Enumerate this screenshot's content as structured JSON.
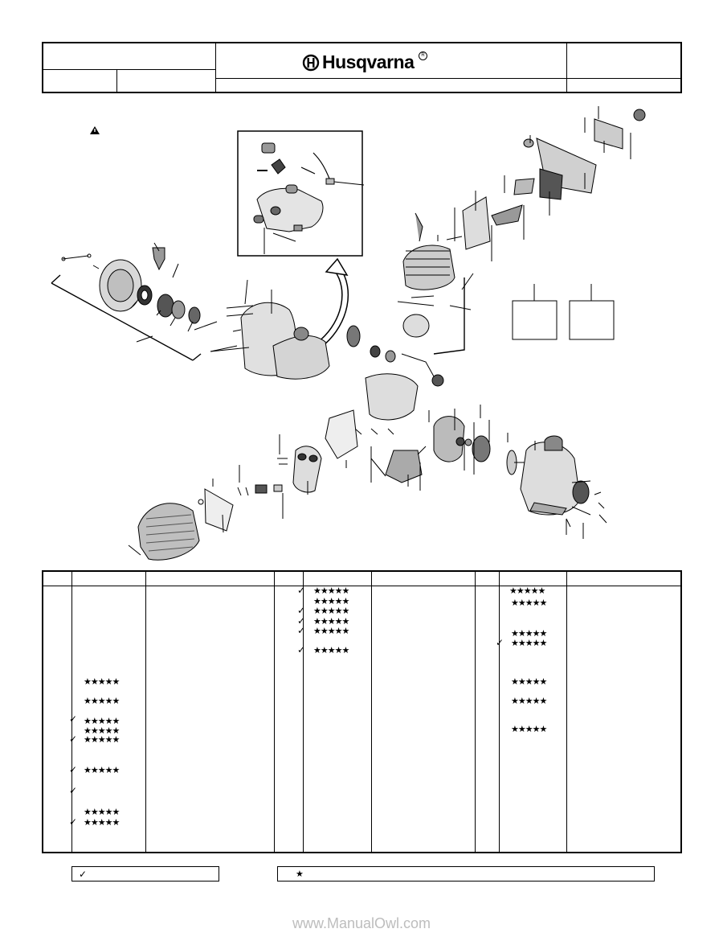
{
  "header": {
    "brand_name": "Husqvarna",
    "registered_mark": "R"
  },
  "warning_symbol": "warning-triangle-icon",
  "parts_table": {
    "col1_checks": [
      "✓",
      "✓",
      "✓",
      "✓",
      "✓"
    ],
    "col1_stars": [
      "★★★★★",
      "★★★★★",
      "★★★★★",
      "★★★★★",
      "★★★★★",
      "★★★★★",
      "★★★★★",
      "★★★★★"
    ],
    "col2_stars": [
      "★★★★★",
      "★★★★★",
      "★★★★★",
      "★★★★★",
      "★★★★★",
      "★★★★★"
    ],
    "col3_stars": [
      "★★★★★",
      "★★★★★",
      "★★★★★",
      "★★★★★",
      "★★★★★",
      "★★★★★",
      "★★★★★"
    ]
  },
  "footer": {
    "check_symbol": "✓",
    "star_symbol": "★"
  },
  "watermark": "www.ManualOwl.com"
}
